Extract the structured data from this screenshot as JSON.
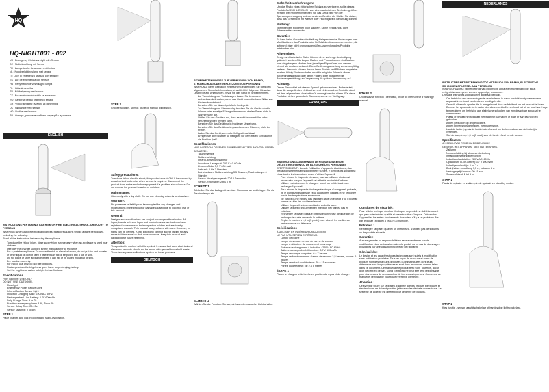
{
  "brand": {
    "logo_icon": "star-logo-icon"
  },
  "model": "HQ-NIGHT001 - 002",
  "languages": [
    "UK : Emergency Christmas Light with Sensor",
    "DE : Notbeleuchtung mit Sensor",
    "FR : Lampe torche de secours à détecteur",
    "NL : Noodverlichtingslamp met sensor",
    "IT : Luce di emergenza natalizia con sensore",
    "ES : Luz de emergencia con sensor",
    "HU : Fényérzékelős vészvilágító lámpa",
    "FI : Hätävalo anturilla",
    "SV : Nödbelysning med sensor",
    "CZ : Nouzové vánoční světlo se senzorem",
    "RO : Lanternă pentru urgențe cu senzor",
    "GR : Φακός έκτακτης ανάγκης με αισθητήρα",
    "DK : Nødlampe med sensor",
    "NO : Nødlys med sensor",
    "RU : Фонарь для чрезвычайных ситуаций с датчиком"
  ],
  "english": {
    "header": "ENGLISH",
    "intro": "INSTRUCTIONS PERTAINING TO A RISK OF FIRE, ELECTRICAL SHOCK, OR INJURY TO PERSONS",
    "warning": "WARNING: when using electrical appliances, basic precautions should always be followed, including the following:",
    "read_all": "Read all the instructions before using the appliance.",
    "items": [
      "To reduce the risk of injury, close supervision is necessary when an appliance is used near children.",
      "Use only the charger supplied by the manufacturer to recharge.",
      "For a portable appliance: To reduce the risk of electrical shock, do not put the unit in water or other liquid or do not keep it where it can fall or be pulled into a tub or sink.",
      "Do not place or store appliance where it can fall or be pulled into a tub or sink.",
      "Dry location use only.",
      "For indoor use only, do not use outdoors.",
      "Recharge when the brightness goes lower for prolonging battery.",
      "Set the brightness switch to bright before first use."
    ],
    "spec_title": "Specifications",
    "spec_note": "FOR INDOOR USE ONLY\nDO NOT USE OUTDOOR.",
    "specs": [
      "Flashlight",
      "Emergency Power Failure Light",
      "Infrared Motion Sensor Light",
      "Induction Charging Base: 220V AC 60HZ",
      "Rechargeable Li-ion Battery: 3.7V 600mAh",
      "Fully Charge Time: 6 to 7h",
      "Run time: emergency lamp 3.5h, Torch 6h",
      "Sensor Delay Time: 20-15s",
      "Sensor Distance: 2 to 5m"
    ],
    "step1_title": "STEP 1",
    "step1": "Place charger and lock in locking and stand-by position."
  },
  "col2": {
    "step2_title": "STEP 2",
    "step2": "Choose function. Sensor, on/off or manual light switch.",
    "safety_title": "Safety precautions:",
    "safety": "To reduce risk of electric shock, this product should ONLY be opened by an authorized technician when service is required. Disconnect the product from mains and other equipment if a problem should occur. Do not expose the product to water or moisture.",
    "maint_title": "Maintenance:",
    "maint": "Clean only with a dry cloth. Do not use cleaning solvents or abrasives.",
    "warranty_title": "Warranty:",
    "warranty": "No guarantee or liability can be accepted for any changes and modifications of the product or damage caused due to incorrect use of this product.",
    "general_title": "General:",
    "general": "Designs and specifications are subject to change without notice. All logos, brands or brand logos and product names are trademarks or registered trademarks of their respective holders and are hereby recognized as such. This manual was produced with care. However, no rights can be derived. König Electronic can not accept liability for any errors in this manual or their consequences. Keep this manual and packaging for future reference.",
    "attention_title": "Attention:",
    "attention": "This product is marked with this symbol. It means that used electrical and electronic products should not be mixed with general household waste. There is a separate collections system for these products.",
    "deutsch": "DEUTSCH"
  },
  "col3": {
    "intro": "SICHERHEITSHINWEISE ZUR VERMEIDUNG VON BRAND, STROMSCHLAG ODER VERLETZUNG VON PERSONEN",
    "warning": "WARNUNG: Beim Gebrauch elektrischer Geräte folgen Sie stets den allgemeinen Sicherheitshinweisen, einschließlich folgender Hinweise:",
    "read_all": "Lesen Sie alle Anleitungen, bevor Sie das Gerät in Betrieb nehmen.",
    "items": [
      "Zur Vermeidung von Verletzungen lassen Sie besondere Aufmerksamkeit walten, wenn das Gerät in unmittelbarer Nähe von Kindern benutzt wird.",
      "Benutzen Sie nur das mitgelieferte Ladegerät.",
      "Zur Vermeidung von Stromschlag tauchen Sie die Geräte nicht in Wasser oder sonstige Flüssigkeiten ein und stellen Sie es nicht in Wannennähe auf.",
      "Stellen Sie das Gerät so auf, dass es nicht herunterfallen oder heruntergezogen werden kann.",
      "Benutzen Sie das Gerät nur in trockener Umgebung.",
      "Benutzen Sie das Gerät nur in geschlossenen Räumen, nicht im Freien.",
      "Laden Sie das Gerät, wenn die Helligkeit nachlässt.",
      "Bringen Sie den Schalter für Helligkeit vor dem ersten Gebrauch in die Position „hell“."
    ],
    "spec_title": "Spezifikationen",
    "spec_note": "NUR IN GESCHLOSSENEN RÄUMEN BENUTZEN. NICHT IM FREIEN BENUTZEN.",
    "specs": [
      "Taschenlampe",
      "Notbeleuchtung",
      "Infrarot-Bewegungssensor",
      "Induktions-Ladegerät: 220 V AC 60 Hz",
      "Li-Ionen-Akku: 3,7 V 600 mAh",
      "Ladezeit: 6 bis 7 Stunden",
      "Betriebsdauer: Notbeleuchtung 3,5 Stunden, Taschenlampe 6 Stunden",
      "Sensor-Verzögerungszeit: 20-15 Sekunden",
      "Sensor-Reichweite: 2 bis 5 m"
    ],
    "step1_title": "SCHRITT 1",
    "step1": "Schließen Sie das Ladegerät an einer Steckdose an und bringen Sie die Taschenlampe ein.",
    "step2_title": "SCHRITT 2",
    "step2": "Wählen Sie die Funktion: Sensor, ein/aus oder manueller Lichtschalter."
  },
  "col4": {
    "safety_title": "Sicherheitsvorkehrungen:",
    "safety": "Um das Risiko eines elektrischen Schlags zu verringern, sollte dieses Produkt AUSSCHLIESSLICH von einem autorisierten Techniker geöffnet werden. Bei Problemen trennen Sie das Gerät bitte von der Spannungsversorgung und von anderen Geräten ab. Stellen Sie sicher, dass das Gerät nicht mit Wasser oder Feuchtigkeit in Berührung kommt.",
    "maint_title": "Wartung:",
    "maint": "Nur mit einem trockenen Tuch säubern. Keine Reinigungs- oder Scheuermittel verwenden.",
    "warranty_title": "Garantie:",
    "warranty": "Es kann keine Garantie oder Haftung für irgendwelche Änderungen oder Modifikationen des Produkts oder für Schäden übernommen werden, die aufgrund einer nicht ordnungsgemäßen Anwendung des Produkts entstanden sind.",
    "general_title": "Allgemeines:",
    "general": "Design und technische Daten können ohne vorherige Ankündigung geändert werden. Alle Logos, Marken und Produktnamen sind Marken oder eingetragene Marken ihrer jeweiligen Eigentümer und werden hiermit als solche anerkannt. Diese Bedienungsanleitung wurde sorgfältig verfasst. Dennoch können daraus keine Rechte und Pflichten hergeleitet werden. König Electronic haftet nicht für mögliche Fehler in dieser Bedienungsanleitung oder deren Folgen. Bitte bewahren Sie Bedienungsanleitung und Verpackung für spätere Verwendung auf.",
    "attention_title": "Achtung:",
    "attention": "Dieses Produkt ist mit diesem Symbol gekennzeichnet. Es bedeutet, dass die ausgedienten elektrischen und elektronischen Produkte nicht mit dem allgemeinen Haushaltsmüll entsorgt werden dürfen. Für diese Produkte stehen gesonderte Sammelsysteme zur Verfügung.",
    "francais": "FRANÇAIS",
    "intro": "INSTRUCTIONS CONCERNANT LE RISQUE D'INCENDIE, D'ÉLECTROCUTION OU DE BLESSURE DES PERSONNES",
    "warning": "AVERTISSEMENT : Lors de l'utilisation d'appareils électriques, des précautions élémentaires doivent être suivies, y compris les suivantes :",
    "read_all": "Lisez toutes les instructions avant d'utiliser l'appareil.",
    "items": [
      "Pour réduire le risque de blessure, une surveillance étroite est nécessaire lorsque l'appareil est utilisé à proximité d'enfants.",
      "Utilisez exclusivement le chargeur fourni par le fabricant pour recharger l'appareil.",
      "Pour réduire le risque de décharge électrique d'un appareil portable, ne le plongez pas dans de l'eau ou d'autres liquides et ne l'exposez pas à des températures excessives.",
      "Ne placez ou ne rangez pas l'appareil dans un endroit d'où il pourrait tomber ou être tiré accidentellement.",
      "Utilisez l'appareil uniquement à des endroits secs.",
      "Utilisez l'appareil uniquement en intérieur, ne l'utilisez pas en extérieur.",
      "Rechargez l'appareil lorsque l'intensité lumineuse diminue afin de prolonger la durée de vie de la batterie.",
      "Réglez le bouton à 1,5 m (5 pieds) pour obtenir les meilleures performances du détecteur."
    ],
    "spec_title": "Spécifications",
    "spec_note": "À UTILISER EN INTÉRIEUR UNIQUEMENT\nNE PAS UTILISER EN EXTÉRIEUR.",
    "specs": [
      "Lampe de poche",
      "Lampe de secours en cas de panne de courant",
      "Lampe à détecteur de mouvement infrarouge",
      "Embase de chargement à induction : 220 V AC 60 Hz",
      "Batterie rechargeable Lithium-ion : 3,7 V 600 mAh",
      "Temps de charge complète : 6 à 7 heures",
      "Temps de fonctionnement : lampe de secours 3,5 heures, torche : 6 heures",
      "Temps de retard du détecteur : 20 ~ 15 secondes",
      "Portée du détecteur : de 2 à 5 mètres"
    ],
    "step1_title": "ÉTAPE 1",
    "step1": "Placez le chargeur et la torche en position de repos et de charge."
  },
  "col5": {
    "step2_title": "ÉTAPE 2",
    "step2": "Choisissez la fonction : détecteur, on/off ou interrupteur d'éclairage manuel.",
    "safety_title": "Consignes de sécurité :",
    "safety": "Pour réduire le risque de choc électrique, ce produit ne doit être ouvert que par un technicien qualifié si une réparation s'impose. Débranchez l'appareil et les autres équipements du secteur s'il y a un problème. Ne pas exposer l'appareil à l'eau ni à l'humidité.",
    "maint_title": "Entretien :",
    "maint": "Ne nettoyez l'appareil qu'avec un chiffon sec. N'utilisez pas de solvants ou de produits abrasifs.",
    "warranty_title": "Garantie :",
    "warranty": "Aucune garantie ou responsabilité ne sera acceptée en cas de modification et/ou de transformation du produit ou en cas de dommages provoqués par une utilisation incorrecte de l'appareil.",
    "general_title": "Généralités :",
    "general": "Le design et les caractéristiques techniques sont sujets à modification sans notification préalable. Tous les logos de marques et noms de produits sont des marques déposées ou immatriculées dont leurs détenteurs sont les propriétaires et sont donc reconnues comme telles dans ce document. Ce manuel a été produit avec soin. Toutefois, aucun droit ne peut en dériver. König Electronic ne peut être tenu responsable pour des erreurs de ce manuel ou de leurs conséquences. Conservez ce manuel et l'emballage pour toute référence ultérieure.",
    "attention_title": "Attention :",
    "attention": "Ce symbole figure sur l'appareil. Il signifie que les produits électriques et électroniques ne doivent pas être jetés avec les déchets domestiques. Le système de collecte est différent pour ce genre de produits."
  },
  "col6": {
    "header": "NEDERLANDS",
    "intro": "INSTRUCTIES MET BETREKKING TOT HET RISICO VAN BRAND, ELEKTRISCHE SCHOKKEN OF LETSEL AAN PERSONEN",
    "warning": "WAARSCHUWING: bij het gebruik van elektrische apparaten moeten altijd de basis veiligheidsmaatregelen worden opgevolgd, waaronder:",
    "read_all": "Lees alle instructies voordat u het apparaat gebruikt.",
    "items": [
      "Om het risico van verwondingen te verminderen, is nauw toezicht nodig wanneer een apparaat in de buurt van kinderen wordt gebruikt.",
      "Gebruik alleen de oplader die is meegeleverd door de fabrikant om het product te laden.",
      "Dompel het apparaat niet in water of andere vloeistoffen en houd het uit de buurt van hoge temperaturen om het risico van elektrische schokken van een draagbaar apparaat te verminderen.",
      "Plaats of bewaar het apparaat niet waar het kan vallen of waar er aan kan worden getrokken.",
      "Alleen gebruiken op droge locaties.",
      "Alleen binnenshuis gebruiken, niet buitenshuis.",
      "Laad de batterij op als de helderheid afneemt om de levensduur van de batterij te verlengen.",
      "Stel de knop in op 1,5 m (5 voet) voor de beste effect van de sensor."
    ],
    "spec_title": "Specificaties",
    "spec_note": "ALLEEN VOOR GEBRUIK BINNENSHUIS\nGEBRUIK HET APPARAAT NIET BUITENSHUIS.",
    "specs": [
      "Zaklamp",
      "Noodverlichting bij stroomonderbreking",
      "Infrarood bewegingssensorlicht",
      "Inductieoplaadstation: 220 V AC, 60 Hz",
      "Oplaadbare Li-ion-batterij: 3,7 V 600 mAh",
      "Volledige oplaadtijd: 6 tot 7 u",
      "Bedrijfsduur: noodlamp 3,5 u., zaklamp 6 u.",
      "Vertragingstijd sensor: 20-15 sec",
      "Sensorafstand: 2 tot 5 m"
    ],
    "step1_title": "STAP 1",
    "step1": "Plaats de oplader en zaklamp in de opslaat- en stand-by modus.",
    "step2_title": "STAP 2",
    "step2": "Kies functie - sensor, aan/uitschakelaar of handmatige lichtschakelaar."
  },
  "icons": {
    "plug": "plug-icon",
    "lamp": "flashlight-icon",
    "bin": "crossed-bin-icon",
    "caution": "caution-icon"
  }
}
